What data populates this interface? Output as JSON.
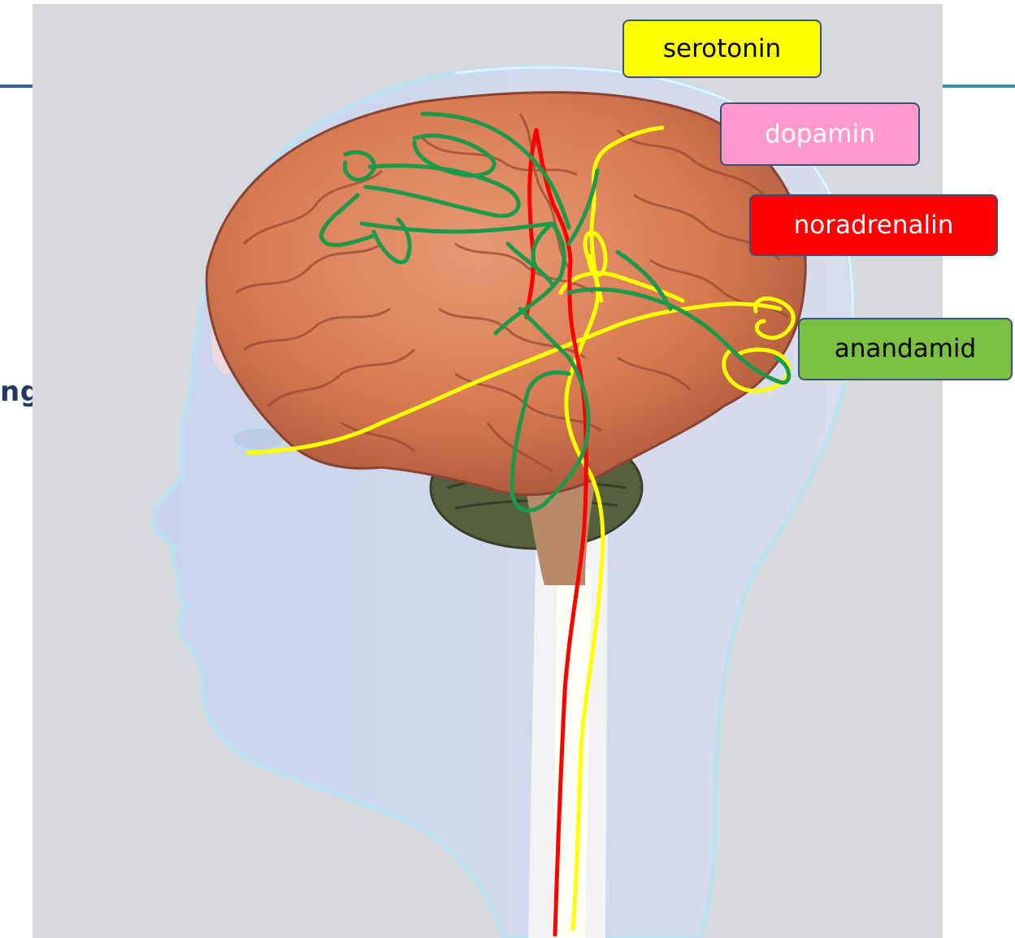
{
  "partial_heading": "ng)",
  "labels": {
    "serotonin": {
      "text": "serotonin",
      "bg": "#ffff00",
      "fg": "#000000"
    },
    "dopamin": {
      "text": "dopamin",
      "bg": "#ff99cc",
      "fg": "#ffffff"
    },
    "noradrenalin": {
      "text": "noradrenalin",
      "bg": "#ff0000",
      "fg": "#ffffff"
    },
    "anandamid": {
      "text": "anandamid",
      "bg": "#7ac142",
      "fg": "#000000"
    }
  },
  "pathway_colors": {
    "serotonin": "#ffff00",
    "noradrenalin": "#ff0000",
    "anandamid": "#1a9a4a"
  }
}
